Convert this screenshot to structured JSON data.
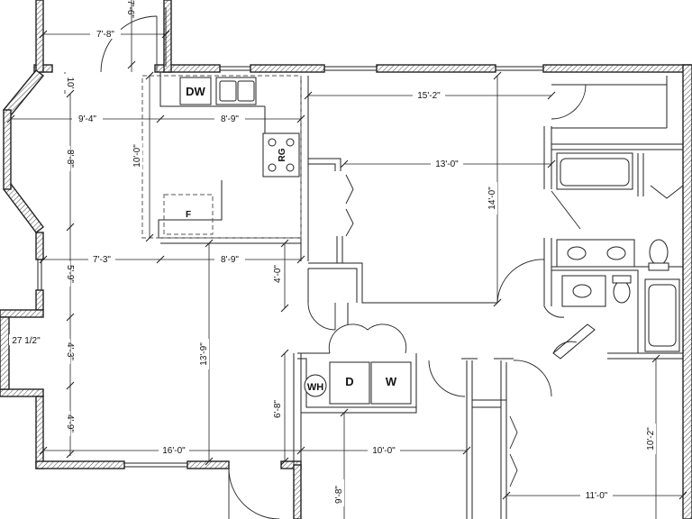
{
  "dimensions": {
    "d7_8": "7'-8\"",
    "d7_6": "7'-6\"",
    "d10_1": "10'",
    "d9_4": "9'-4\"",
    "d8_9a": "8'-9\"",
    "d8_8": "8'-8\"",
    "d10_0": "10'-0\"",
    "d15_2": "15'-2\"",
    "d13_0": "13'-0\"",
    "d14_0": "14'-0\"",
    "d7_3": "7'-3\"",
    "d8_9b": "8'-9\"",
    "d5_9": "5'-9\"",
    "d4_0": "4'-0\"",
    "d27": "27 1/2\"",
    "d4_3": "4'-3\"",
    "d13_9": "13'-9\"",
    "d6_8": "6'-8\"",
    "d4_9": "4'-9\"",
    "d16_0": "16'-0\"",
    "d10_0b": "10'-0\"",
    "d10_2": "10'-2\"",
    "d9_8": "9'-8\"",
    "d11_0": "11'-0\""
  },
  "appliances": {
    "dishwasher": "DW",
    "range": "RG",
    "fridge": "F",
    "water_heater": "WH",
    "dryer": "D",
    "washer": "W"
  }
}
